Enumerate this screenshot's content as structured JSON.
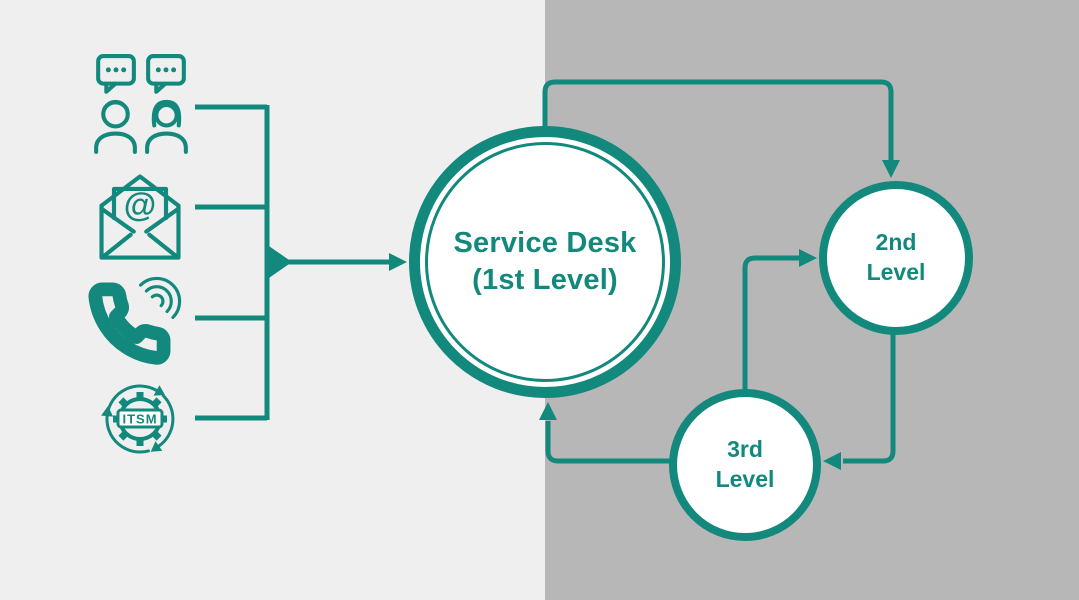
{
  "colors": {
    "accent": "#12897C",
    "bg_left": "#EFEFEF",
    "bg_right": "#B7B7B7",
    "node_fill": "#FFFFFF"
  },
  "nodes": {
    "service_desk": {
      "line1": "Service Desk",
      "line2": "(1st Level)"
    },
    "level2": {
      "line1": "2nd",
      "line2": "Level"
    },
    "level3": {
      "line1": "3rd",
      "line2": "Level"
    }
  },
  "channels": {
    "chat": {
      "icon": "people-chat-icon"
    },
    "email": {
      "icon": "email-at-icon",
      "at_glyph": "@"
    },
    "phone": {
      "icon": "phone-call-icon"
    },
    "itsm": {
      "icon": "itsm-gear-icon",
      "label": "ITSM"
    }
  }
}
